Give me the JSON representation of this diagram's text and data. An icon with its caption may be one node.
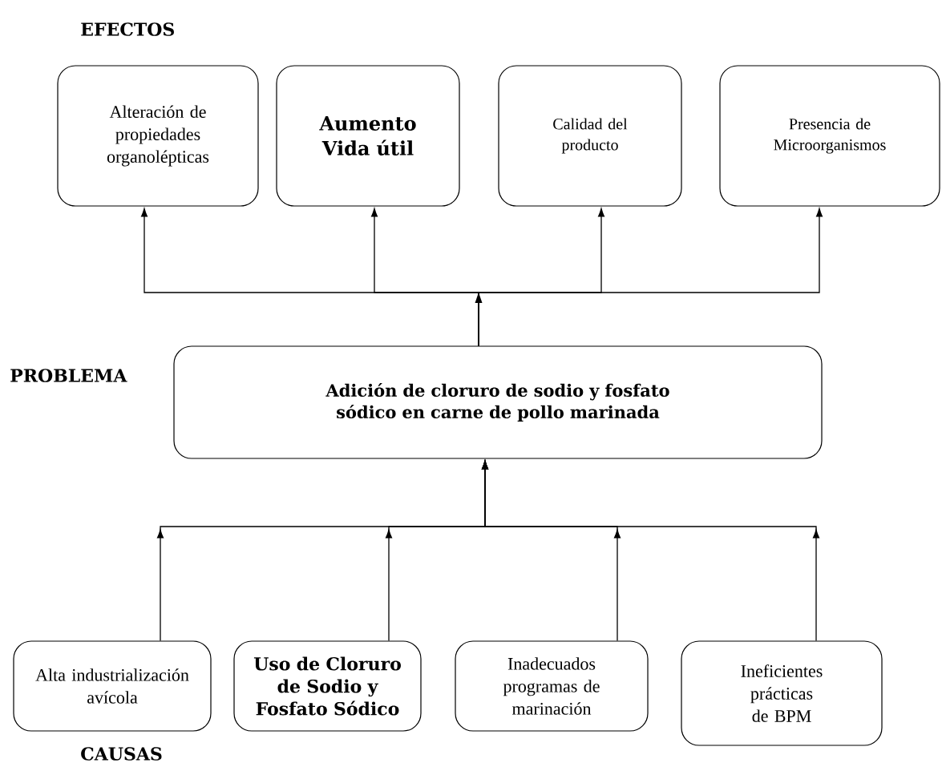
{
  "diagram": {
    "nodes": [
      {
        "text": [
          "Alteración de propiedades organolépticas"
        ]
      },
      {
        "text": [
          "Aumento Vida útil"
        ]
      },
      {
        "text": [
          "Calidad del producto"
        ]
      },
      {
        "text": [
          "Presencia de Microorganismos"
        ]
      },
      {
        "text": [
          "Adición de cloruro de sodio y fosfato sódico en carne de pollo marinada"
        ]
      },
      {
        "text": [
          "Alta industrialización avícola"
        ]
      },
      {
        "text": [
          "Uso de Cloruro de Sodio y Fosfato Sódico"
        ]
      },
      {
        "text": [
          "Inadecuados programas de marinación"
        ]
      },
      {
        "text": [
          "Ineficientes prácticas de BPM"
        ]
      }
    ],
    "edges": [
      {
        "from": 4,
        "to": 0,
        "arrow": "to"
      },
      {
        "from": 4,
        "to": 1,
        "arrow": "to"
      },
      {
        "from": 4,
        "to": 2,
        "arrow": "to"
      },
      {
        "from": 4,
        "to": 3,
        "arrow": "to"
      },
      {
        "from": 5,
        "to": 4,
        "arrow": "to"
      },
      {
        "from": 6,
        "to": 4,
        "arrow": "to"
      },
      {
        "from": 7,
        "to": 4,
        "arrow": "to"
      },
      {
        "from": 8,
        "to": 4,
        "arrow": "to"
      }
    ],
    "labels": [
      "EFECTOS",
      "PROBLEMA",
      "CAUSAS"
    ]
  }
}
